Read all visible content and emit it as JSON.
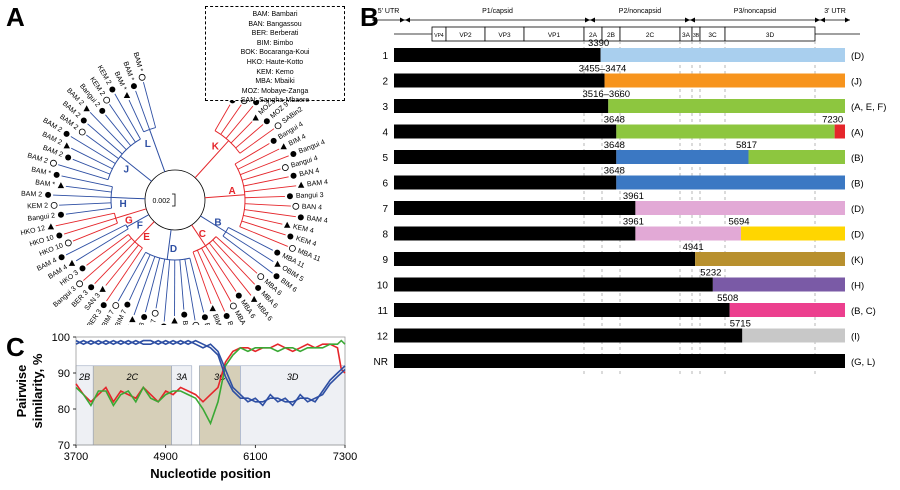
{
  "panels": {
    "a": "A",
    "b": "B",
    "c": "C"
  },
  "tree": {
    "scale_label": "0.002",
    "legend": [
      "BAM: Bambari",
      "BAN: Bangassou",
      "BER: Berberati",
      "BIM: Bimbo",
      "BOK: Bocaranga-Koui",
      "HKO: Haute-Kotto",
      "KEM: Kemo",
      "MBA: Mbaiki",
      "MOZ: Mobaye-Zanga",
      "SAN: Sangha-Mbaere"
    ],
    "clade_letters": [
      {
        "text": "A",
        "color": "#e5262b"
      },
      {
        "text": "B",
        "color": "#2e4fa3"
      },
      {
        "text": "C",
        "color": "#e5262b"
      },
      {
        "text": "D",
        "color": "#2e4fa3"
      },
      {
        "text": "E",
        "color": "#e5262b"
      },
      {
        "text": "F",
        "color": "#2e4fa3"
      },
      {
        "text": "G",
        "color": "#e5262b"
      },
      {
        "text": "H",
        "color": "#2e4fa3"
      },
      {
        "text": "J",
        "color": "#2e4fa3"
      },
      {
        "text": "K",
        "color": "#e5262b"
      },
      {
        "text": "L",
        "color": "#2e4fa3"
      }
    ],
    "tip_labels": [
      "BOK 4",
      "BOK 4",
      "BOK 4",
      "MOZ 9",
      "MOZ 9",
      "SABin2",
      "Bangui 4",
      "BIM 4",
      "Bangui 4",
      "Bangui 4",
      "BAN 4",
      "BAM 4",
      "Bangui 3",
      "BAN 4",
      "BAM 4",
      "KEM 4",
      "KEM 4",
      "MBA 11",
      "MBA 11",
      "OBIM 5",
      "BIM 6",
      "MBA 6",
      "MBA 6",
      "MBA 6",
      "MBA 6",
      "MBA 6",
      "BIM 11",
      "BIM 11",
      "Bangui 1",
      "Bangui 7",
      "BIM 7",
      "BIM *",
      "BIM 7",
      "BIM 7",
      "Bangui 8",
      "BIM *",
      "BIM 7",
      "BIM 7",
      "BER 3",
      "SAN 3",
      "BER 3",
      "Bangui 3",
      "HKO 3",
      "BAM 4",
      "BAM 4",
      "HKO 10",
      "HKO 10",
      "HKO 12",
      "Bangui 2",
      "KEM 2",
      "BAM 2",
      "BAM *",
      "BAM *",
      "BAM 2",
      "BAM 2",
      "BAM 2",
      "BAM 2",
      "BAM 2",
      "BAM 2",
      "BAM 2",
      "Bangui 2",
      "KEM 2",
      "KEM 2",
      "BAM *",
      "BAM *",
      "BAM *"
    ]
  },
  "genome": {
    "utr5": "5' UTR",
    "utr3": "3' UTR",
    "regions": [
      "P1/capsid",
      "P2/noncapsid",
      "P3/noncapsid"
    ],
    "genes": [
      "VP4",
      "VP2",
      "VP3",
      "VP1",
      "2A",
      "2B",
      "2C",
      "3A",
      "3B",
      "3C",
      "3D"
    ],
    "rows": [
      {
        "label": "1",
        "breaks": [
          "3390"
        ],
        "colors": [
          "#a9cfee"
        ],
        "tag": "(D)"
      },
      {
        "label": "2",
        "breaks": [
          "3455–3474"
        ],
        "colors": [
          "#f7941d"
        ],
        "tag": "(J)"
      },
      {
        "label": "3",
        "breaks": [
          "3516–3660"
        ],
        "colors": [
          "#8dc63f"
        ],
        "tag": "(A, E, F)"
      },
      {
        "label": "4",
        "breaks": [
          "3648",
          "7230"
        ],
        "colors": [
          "#8dc63f",
          "#e5262b"
        ],
        "tag": "(A)"
      },
      {
        "label": "5",
        "breaks": [
          "3648",
          "5817"
        ],
        "colors": [
          "#3b78c3",
          "#8dc63f"
        ],
        "tag": "(B)"
      },
      {
        "label": "6",
        "breaks": [
          "3648"
        ],
        "colors": [
          "#3b78c3"
        ],
        "tag": "(B)"
      },
      {
        "label": "7",
        "breaks": [
          "3961"
        ],
        "colors": [
          "#e2a9d6"
        ],
        "tag": "(D)"
      },
      {
        "label": "8",
        "breaks": [
          "3961",
          "5694"
        ],
        "colors": [
          "#e2a9d6",
          "#ffd600"
        ],
        "tag": "(D)"
      },
      {
        "label": "9",
        "breaks": [
          "4941"
        ],
        "colors": [
          "#b8902e"
        ],
        "tag": "(K)"
      },
      {
        "label": "10",
        "breaks": [
          "5232"
        ],
        "colors": [
          "#7a5aa6"
        ],
        "tag": "(H)"
      },
      {
        "label": "11",
        "breaks": [
          "5508"
        ],
        "colors": [
          "#ec3f8e"
        ],
        "tag": "(B, C)"
      },
      {
        "label": "12",
        "breaks": [
          "5715"
        ],
        "colors": [
          "#c8c8c8"
        ],
        "tag": "(I)"
      },
      {
        "label": "NR",
        "breaks": [],
        "colors": [],
        "tag": "(G, L)"
      }
    ]
  },
  "chart_data": {
    "type": "line",
    "xlabel": "Nucleotide position",
    "ylabel": "Pairwise similarity, %",
    "xticks": [
      "3700",
      "4900",
      "6100",
      "7300"
    ],
    "yticks": [
      "70",
      "80",
      "90",
      "100"
    ],
    "xlim": [
      3700,
      7300
    ],
    "ylim": [
      70,
      100
    ],
    "regions": [
      {
        "name": "2B",
        "start": 3700,
        "end": 3930
      },
      {
        "name": "2C",
        "start": 3930,
        "end": 4980
      },
      {
        "name": "3A",
        "start": 4980,
        "end": 5250
      },
      {
        "name": "3C",
        "start": 5350,
        "end": 5900
      },
      {
        "name": "3D",
        "start": 5900,
        "end": 7300
      }
    ],
    "series": [
      {
        "color": "#e5262b",
        "x": [
          3700,
          3800,
          3900,
          4000,
          4100,
          4200,
          4300,
          4400,
          4500,
          4600,
          4700,
          4800,
          4900,
          5000,
          5100,
          5200,
          5300,
          5400,
          5500,
          5600,
          5700,
          5800,
          5900,
          6000,
          6100,
          6200,
          6300,
          6400,
          6500,
          6600,
          6700,
          6800,
          6900,
          7000,
          7100,
          7200,
          7250,
          7300
        ],
        "y": [
          87,
          84,
          82,
          84,
          86,
          82,
          85,
          84,
          83,
          86,
          84,
          82,
          85,
          84,
          86,
          85,
          84,
          82,
          84,
          86,
          93,
          96,
          97,
          97,
          96,
          97,
          97,
          98,
          97,
          96,
          97,
          98,
          97,
          98,
          98,
          97,
          91,
          90
        ]
      },
      {
        "color": "#3aa935",
        "x": [
          3700,
          3800,
          3900,
          4000,
          4100,
          4200,
          4300,
          4400,
          4500,
          4600,
          4700,
          4800,
          4900,
          5000,
          5100,
          5200,
          5300,
          5400,
          5500,
          5600,
          5700,
          5800,
          5900,
          6000,
          6100,
          6200,
          6300,
          6400,
          6500,
          6600,
          6700,
          6800,
          6900,
          7000,
          7100,
          7200,
          7250,
          7300
        ],
        "y": [
          86,
          84,
          81,
          85,
          85,
          81,
          84,
          85,
          82,
          86,
          83,
          82,
          84,
          85,
          85,
          84,
          83,
          80,
          76,
          82,
          92,
          95,
          97,
          96,
          97,
          97,
          97,
          96,
          97,
          97,
          96,
          97,
          97,
          97,
          98,
          98,
          99,
          98
        ]
      },
      {
        "color": "#2e4fa3",
        "x": [
          3700,
          3800,
          3900,
          4000,
          4100,
          4200,
          4300,
          4400,
          4500,
          4600,
          4700,
          4800,
          4900,
          5000,
          5100,
          5200,
          5300,
          5400,
          5500,
          5600,
          5700,
          5800,
          5900,
          6000,
          6100,
          6200,
          6300,
          6400,
          6500,
          6600,
          6700,
          6800,
          6900,
          7000,
          7100,
          7200,
          7250,
          7300
        ],
        "y": [
          99,
          98,
          99,
          98,
          99,
          98,
          99,
          98,
          99,
          98,
          98,
          99,
          98,
          99,
          98,
          99,
          98,
          97,
          98,
          96,
          91,
          86,
          84,
          82,
          83,
          81,
          84,
          82,
          83,
          81,
          84,
          82,
          83,
          84,
          87,
          89,
          90,
          91
        ]
      },
      {
        "color": "#2e4fa3",
        "x": [
          3700,
          3800,
          3900,
          4000,
          4100,
          4200,
          4300,
          4400,
          4500,
          4600,
          4700,
          4800,
          4900,
          5000,
          5100,
          5200,
          5300,
          5400,
          5500,
          5600,
          5700,
          5800,
          5900,
          6000,
          6100,
          6200,
          6300,
          6400,
          6500,
          6600,
          6700,
          6800,
          6900,
          7000,
          7100,
          7200,
          7250,
          7300
        ],
        "y": [
          98,
          99,
          98,
          99,
          98,
          99,
          98,
          99,
          98,
          99,
          99,
          98,
          99,
          98,
          99,
          98,
          99,
          98,
          97,
          95,
          89,
          85,
          83,
          83,
          82,
          82,
          83,
          83,
          82,
          82,
          83,
          83,
          82,
          85,
          88,
          90,
          91,
          92
        ]
      }
    ]
  }
}
